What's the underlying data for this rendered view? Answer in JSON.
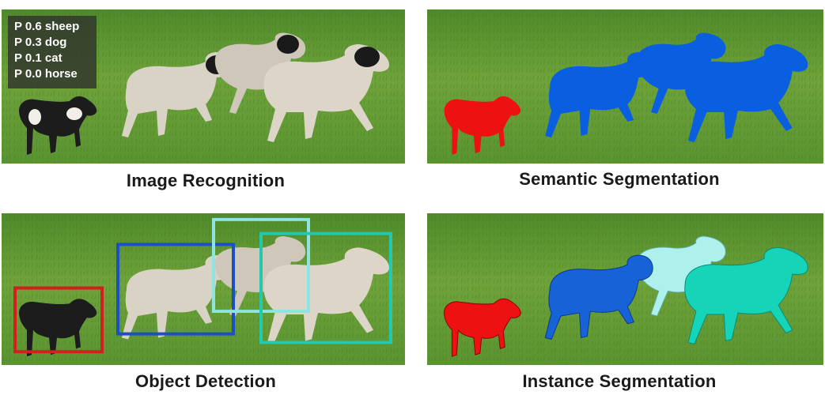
{
  "captions": {
    "recognition": "Image Recognition",
    "semantic": "Semantic Segmentation",
    "detection": "Object Detection",
    "instance": "Instance Segmentation"
  },
  "recognition_scores": [
    {
      "label": "P 0.6 sheep"
    },
    {
      "label": "P 0.3 dog"
    },
    {
      "label": "P 0.1 cat"
    },
    {
      "label": "P 0.0 horse"
    }
  ],
  "colors": {
    "grass_light": "#6fa33a",
    "grass_dark": "#3f7a22",
    "dog_mask": "#ee1111",
    "sheep_mask_semantic": "#0a5fe0",
    "sheep_mask_instance_a": "#1762d6",
    "sheep_mask_instance_b": "#aef0ec",
    "sheep_mask_instance_c": "#16d4b8",
    "box_dog": "#d41f1f",
    "box_sheep_a": "#1d4fc4",
    "box_sheep_b": "#8ee4e0",
    "box_sheep_c": "#22c9ae"
  }
}
